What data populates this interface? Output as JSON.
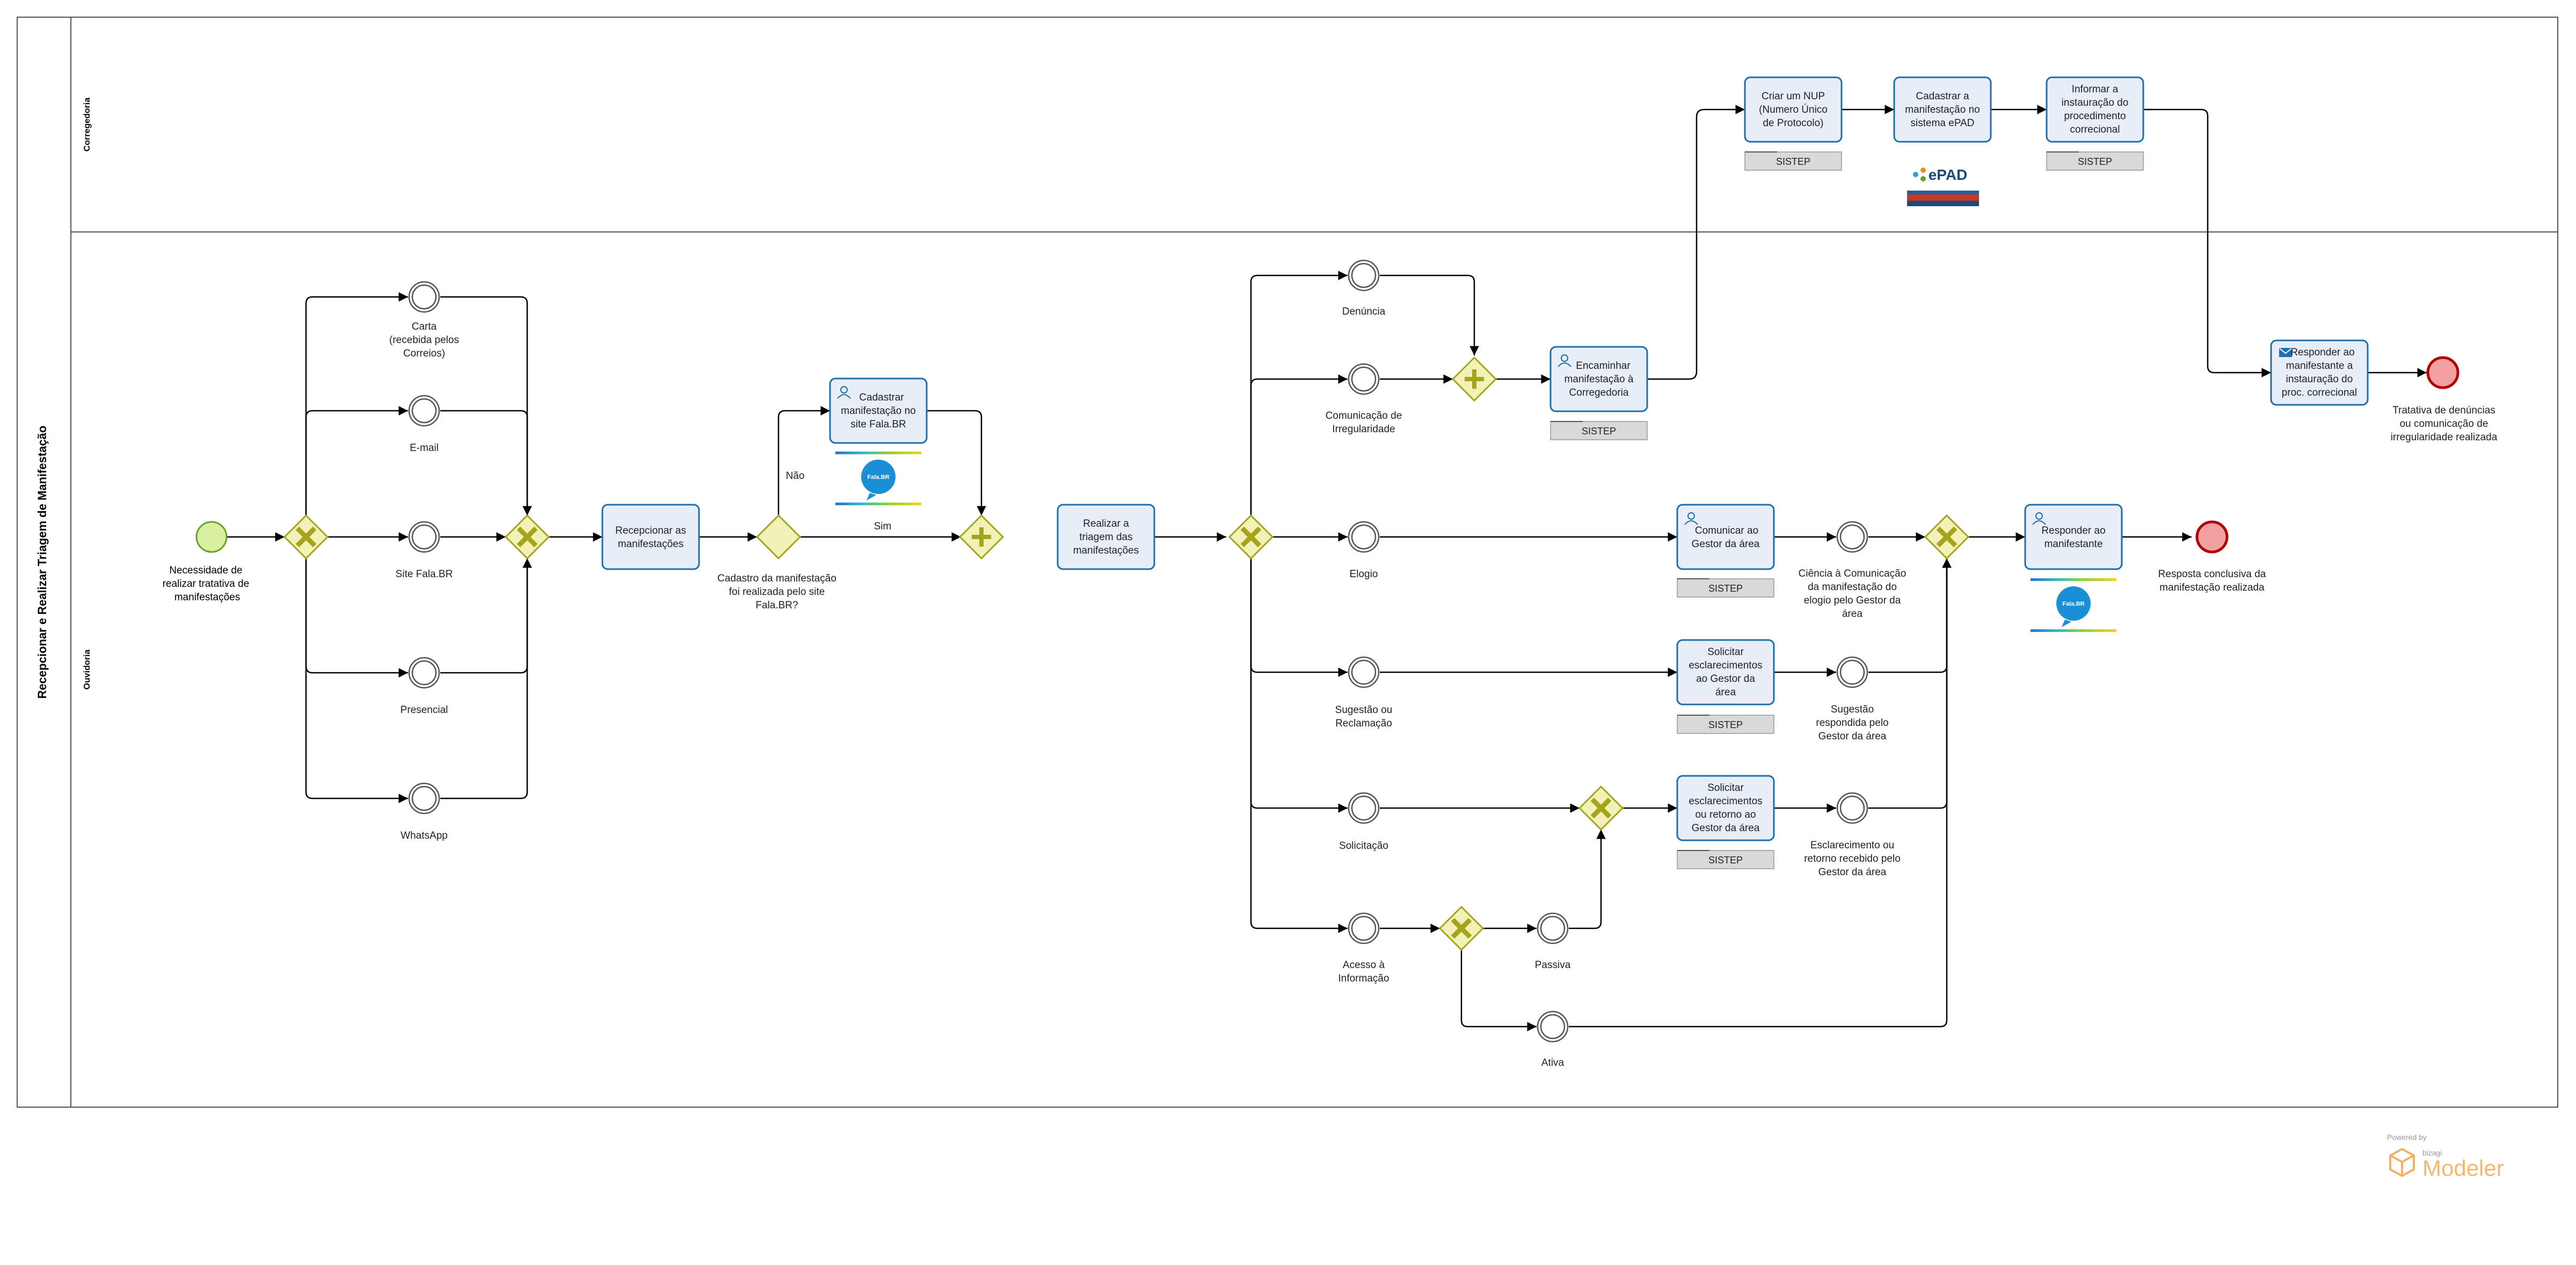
{
  "pool": {
    "title": "Recepcionar e Realizar Triagem de Manifestação"
  },
  "lanes": {
    "corregedoria": "Corregedoria",
    "ouvidoria": "Ouvidoria"
  },
  "events": {
    "start": "Necessidade de realizar tratativa de manifestações",
    "carta": "Carta (recebida pelos Correios)",
    "email": "E-mail",
    "site": "Site Fala.BR",
    "presencial": "Presencial",
    "whatsapp": "WhatsApp",
    "denuncia": "Denúncia",
    "comunicacao": "Comunicação de Irregularidade",
    "elogio": "Elogio",
    "sugestao": "Sugestão ou Reclamação",
    "solicitacao": "Solicitação",
    "acesso": "Acesso à Informação",
    "passiva": "Passiva",
    "ativa": "Ativa",
    "ciencia": "Ciência à Comunicação da manifestação do elogio pelo Gestor da área",
    "sugestao_resp": "Sugestão respondida pelo Gestor da área",
    "esclarecimento": "Esclarecimento ou retorno recebido pelo Gestor da área",
    "end_tratativa": "Tratativa de denúncias ou comunicação de irregularidade realizada",
    "end_resposta": "Resposta conclusiva da manifestação realizada"
  },
  "tasks": {
    "recepcionar": "Recepcionar as manifestações",
    "cadastrar_fala": "Cadastrar manifestação no site Fala.BR",
    "triagem": "Realizar a triagem das manifestações",
    "encaminhar": "Encaminhar manifestação à Corregedoria",
    "criar_nup": "Criar um NUP (Numero Único de Protocolo)",
    "cadastrar_epad": "Cadastrar a manifestação no sistema ePAD",
    "informar": "Informar a instauração do procedimento correcional",
    "responder_inst": "Responder ao manifestante a instauração do proc. correcional",
    "comunicar": "Comunicar ao Gestor da área",
    "solicitar_esc": "Solicitar esclarecimentos ao Gestor da área",
    "solicitar_ret": "Solicitar esclarecimentos ou retorno ao Gestor da área",
    "responder": "Responder ao manifestante"
  },
  "gateways": {
    "cadastro_question": "Cadastro da manifestação foi realizada pelo site Fala.BR?",
    "nao": "Não",
    "sim": "Sim"
  },
  "systems": {
    "sistep": "SISTEP",
    "falabr": "Fala.BR",
    "epad": "ePAD"
  },
  "branding": {
    "powered_by": "Powered by",
    "bizagi": "bizagi",
    "modeler": "Modeler"
  },
  "colors": {
    "task_fill": "#e8eef7",
    "task_stroke": "#1f6fa8",
    "gateway_fill": "#f2f2b8",
    "gateway_stroke": "#a5a51d",
    "start_fill": "#d8f0a0",
    "end_fill": "#f2a0a0",
    "end_stroke": "#b00000",
    "brand": "#f0a040"
  }
}
